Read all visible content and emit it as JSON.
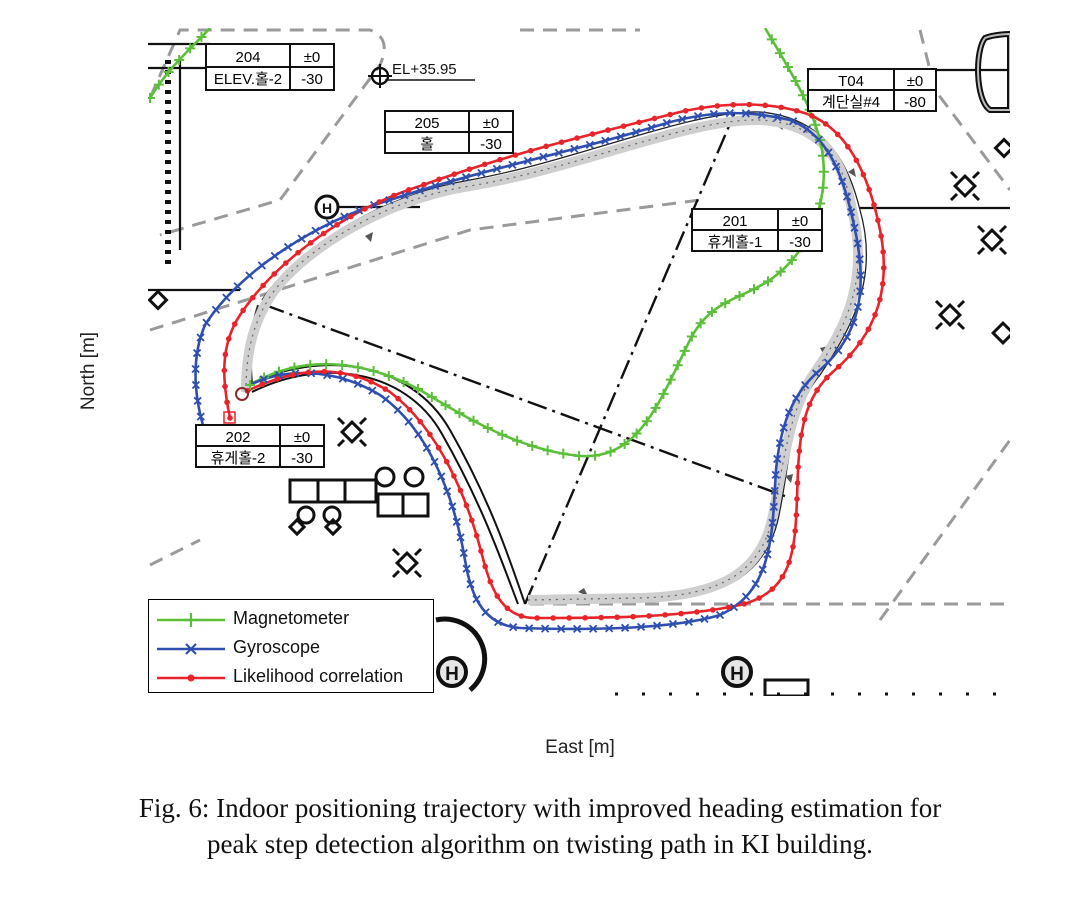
{
  "figure": {
    "xlabel": "East [m]",
    "ylabel": "North [m]",
    "caption_line1": "Fig. 6: Indoor positioning trajectory with improved heading estimation for",
    "caption_line2": "peak step detection algorithm on twisting path in KI building."
  },
  "rooms": [
    {
      "id": "r204",
      "name": "ELEV.홀-2",
      "code": "204",
      "top": "±0",
      "bottom": "-30"
    },
    {
      "id": "r205",
      "name": "홀",
      "code": "205",
      "top": "±0",
      "bottom": "-30"
    },
    {
      "id": "rT04",
      "name": "계단실#4",
      "code": "T04",
      "top": "±0",
      "bottom": "-80"
    },
    {
      "id": "r201",
      "name": "휴게홀-1",
      "code": "201",
      "top": "±0",
      "bottom": "-30"
    },
    {
      "id": "r202",
      "name": "휴게홀-2",
      "code": "202",
      "top": "±0",
      "bottom": "-30"
    }
  ],
  "elevation_label": "EL+35.95",
  "h_marker": "H",
  "chart_data": {
    "type": "line",
    "xlabel": "East [m]",
    "ylabel": "North [m]",
    "grid": false,
    "legend_position": "bottom-left",
    "series": [
      {
        "name": "Magnetometer",
        "color": "#5cbf3a",
        "marker": "+"
      },
      {
        "name": "Gyroscope",
        "color": "#2f4fb0",
        "marker": "x"
      },
      {
        "name": "Likelihood correlation",
        "color": "#e8232a",
        "marker": "o"
      }
    ]
  }
}
